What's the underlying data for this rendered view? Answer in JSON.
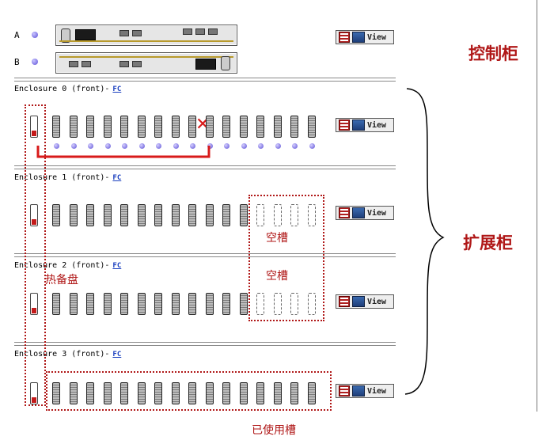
{
  "controller": {
    "rows": [
      {
        "label": "A"
      },
      {
        "label": "B"
      }
    ],
    "view_label": "View"
  },
  "enclosures": [
    {
      "title": "Enclosure 0 (front)-",
      "link": "FC",
      "view_label": "View",
      "used_slots": 16,
      "empty_slots": 0
    },
    {
      "title": "Enclosure 1 (front)-",
      "link": "FC",
      "view_label": "View",
      "used_slots": 12,
      "empty_slots": 4
    },
    {
      "title": "Enclosure 2 (front)-",
      "link": "FC",
      "view_label": "View",
      "used_slots": 12,
      "empty_slots": 4
    },
    {
      "title": "Enclosure 3 (front)-",
      "link": "FC",
      "view_label": "View",
      "used_slots": 16,
      "empty_slots": 0
    }
  ],
  "annotations": {
    "controller_cabinet": "控制柜",
    "expansion_cabinet": "扩展柜",
    "empty_slot_1": "空槽",
    "empty_slot_2": "空槽",
    "hot_spare": "热备盘",
    "used_slot": "已使用槽"
  },
  "colors": {
    "annotation_red": "#b01818",
    "link_blue": "#1a3fbf",
    "led_purple": "#5b4fd6",
    "failed_x": "#d81a1a"
  }
}
